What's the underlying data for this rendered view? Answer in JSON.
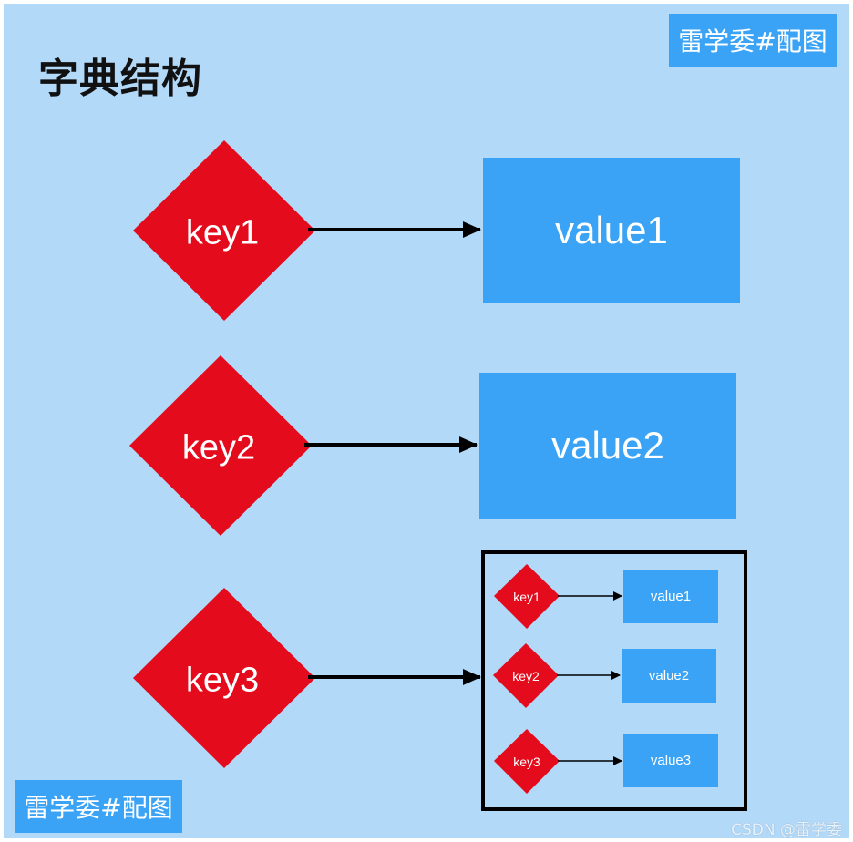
{
  "title": "字典结构",
  "tags": {
    "top": "雷学委#配图",
    "bottom": "雷学委#配图"
  },
  "watermark": "CSDN @雷学委",
  "colors": {
    "background": "#b3d9f9",
    "key": "#e30b1c",
    "value": "#3aa3f5",
    "arrow": "#000000",
    "frame": "#000000"
  },
  "entries": [
    {
      "key": "key1",
      "value": "value1"
    },
    {
      "key": "key2",
      "value": "value2"
    },
    {
      "key": "key3",
      "value": "nested"
    }
  ],
  "nested": [
    {
      "key": "key1",
      "value": "value1"
    },
    {
      "key": "key2",
      "value": "value2"
    },
    {
      "key": "key3",
      "value": "value3"
    }
  ]
}
